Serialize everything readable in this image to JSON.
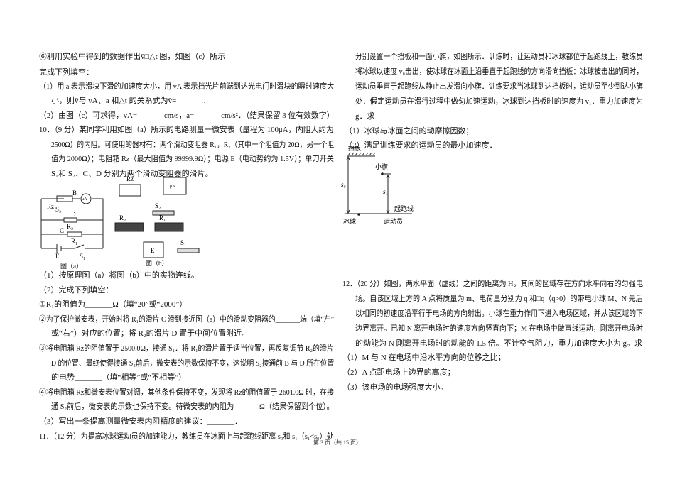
{
  "left": {
    "lines": [
      "⑥利用实验中得到的数据作出v̄□△t 图，如图（c）所示",
      "完成下列填空：",
      "（1）用 a 表示滑块下滑的加速度大小，用 vA 表示挡光片前端到达光电门时滑块的瞬时速度大",
      "小，则v̄与 vA、a 和△t 的关系式为v̄=_______.",
      "（2）由图（c）可求得，vA=_______cm/s，a=_______cm/s²．（结果保留 3 位有效数字）",
      "10．（9 分）某同学利用如图（a）所示的电路测量一微安表（量程为 100μA，内阻大约为",
      "2500Ω）的内阻。可使用的器材有：两个滑动变阻器 R₁，R₂（其中一个阻值为 20Ω，另一个阻",
      "值为 2000Ω）；电阻箱 Rz（最大阻值为 99999.9Ω）；电源 E（电动势约为 1.5V）；单刀开关",
      "S₁和 S₂．C、D 分别为两个滑动变阻器的滑片。",
      "（1）按原理图（a）将图（b）中的实物连线。",
      "（2）完成下列填空：",
      "①R₁的阻值为_______Ω（填“20”或“2000”）",
      "②为了保护微安表，开始时将 R₁的滑片 C 滑到接近图（a）中的滑动变阻器的_______端（填“左”",
      "或“右”）对应的位置；将 R₂的滑片 D 置于中间位置附近。",
      "③将电阻箱 Rz的阻值置于 2500.0Ω，接通 S₁．将 R₁的滑片置于适当位置，再反复调节 R₂的滑片",
      "D 的位置、最终使得接通 S₂前后，微安表的示数保持不变，这说明 S₂接通前 B 与 D 所在位置",
      "的电势_______（填“相等”或“不相等”）",
      "④将电阻箱 Rz和微安表位置对调，其他条件保持不变，发现将 Rz的阻值置于 2601.0Ω 时，在接",
      "通 S₂前后，微安表的示数也保持不变。待微安表的内阻为_______Ω（结果保留到个位）。",
      "（3）写出一条提高测量微安表内阻精度的建议：_______．",
      "11．（12 分）为提高冰球运动员的加速能力，教练员在冰面上与起跑线距离 s₀和 s₁（s₁<s₀）处"
    ],
    "fig_a": {
      "caption": "图（a）",
      "labels": [
        "Rz",
        "B",
        "μA",
        "S₂",
        "D",
        "R₂",
        "C",
        "R₁",
        "E",
        "S₁"
      ]
    },
    "fig_b": {
      "caption": "图（b）",
      "labels": [
        "Rz",
        "μA",
        "S₂",
        "R₂",
        "R₁",
        "E",
        "S₁"
      ]
    }
  },
  "right": {
    "lines": [
      "分别设置一个挡板和一面小旗，如图所示．训练时，让运动员和冰球都位于起跑线上，教练员",
      "将冰球以速度 v₀击出，使冰球在冰面上沿垂直于起跑线的方向滑向挡板：冰球被击出的同时，",
      "运动员垂直于起跑线从静止出发滑向小旗．训练要求当冰球到达挡板时，运动员至少到达小旗",
      "处．假定运动员在滑行过程中做匀加速运动，冰球到达挡板时的速度为 v₁．重力加速度为",
      "g．求",
      "（1）冰球与冰面之间的动摩擦因数；",
      "（2）满足训练要求的运动员的最小加速度．"
    ],
    "fig11": {
      "labels": [
        "挡板",
        "小旗",
        "s₀",
        "s₁",
        "起跑线",
        "冰球",
        "运动员"
      ]
    },
    "lines12": [
      "12．（20 分）如图，两水平面（虚线）之间的距离为 H，其间的区域存在方向水平向右的匀强电",
      "场。自该区域上方的 A 点将质量为 m、电荷量分别为 q 和□q（q>0）的带电小球 M、N 先后",
      "以相同的初速度沿平行于电场的方向射出。小球在重力作用下进入电场区域，并从该区域的下",
      "边界离开。已知 N 离开电场时的速度方向竖直向下；M 在电场中做直线运动，刚离开电场时",
      "的动能为 N 刚离开电场时的动能的 1.5 倍。不计空气阻力，重力加速度大小为 g。求",
      "（1）M 与 N 在电场中沿水平方向的位移之比；",
      "（2）A 点距电场上边界的高度；",
      "（3）该电场的电场强度大小。"
    ]
  },
  "footer": "第 3 页（共 15 页）"
}
